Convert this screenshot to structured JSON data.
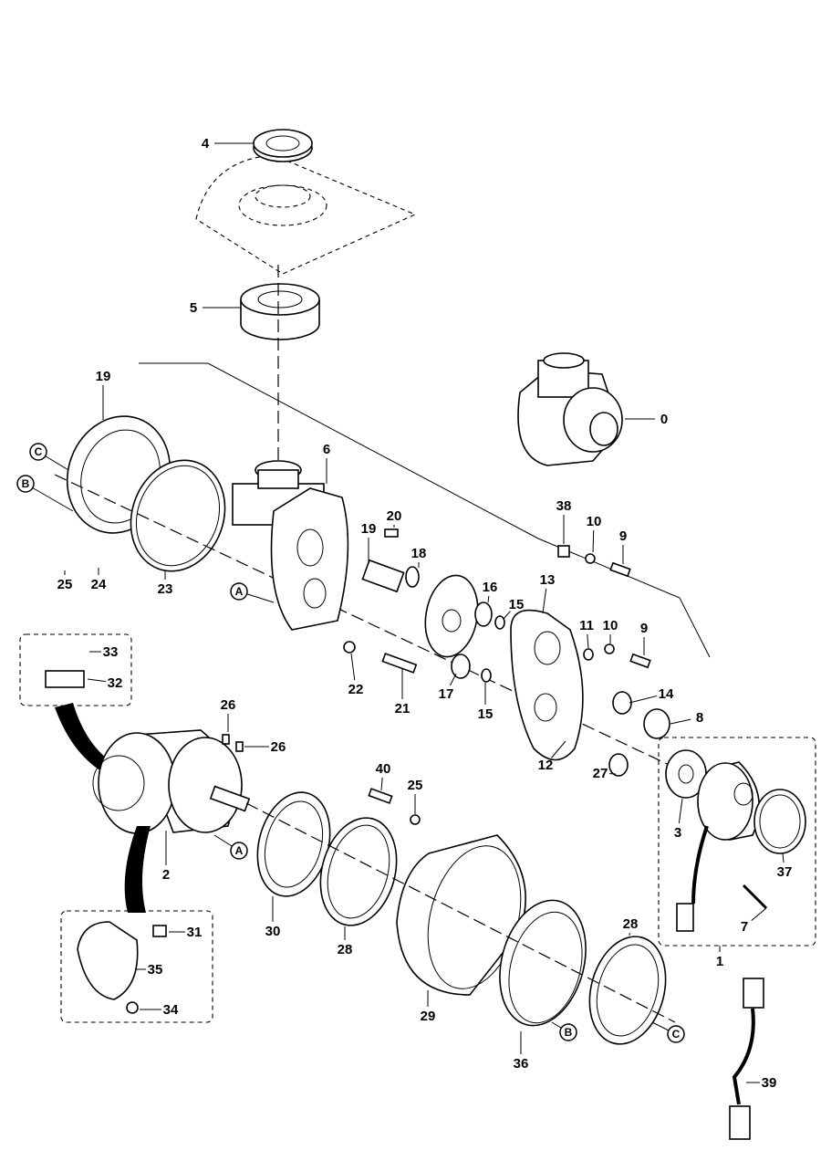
{
  "diagram": {
    "type": "exploded-parts-diagram",
    "part_numbers": [
      "4",
      "5",
      "19",
      "6",
      "0",
      "20",
      "19",
      "18",
      "16",
      "15",
      "38",
      "10",
      "9",
      "13",
      "11",
      "10",
      "9",
      "25",
      "24",
      "23",
      "33",
      "32",
      "22",
      "21",
      "17",
      "15",
      "14",
      "8",
      "26",
      "26",
      "12",
      "27",
      "40",
      "25",
      "3",
      "37",
      "2",
      "30",
      "28",
      "29",
      "28",
      "31",
      "35",
      "34",
      "36",
      "7",
      "1",
      "39"
    ],
    "reference_markers": [
      "C",
      "B",
      "A",
      "A",
      "B",
      "C"
    ]
  }
}
